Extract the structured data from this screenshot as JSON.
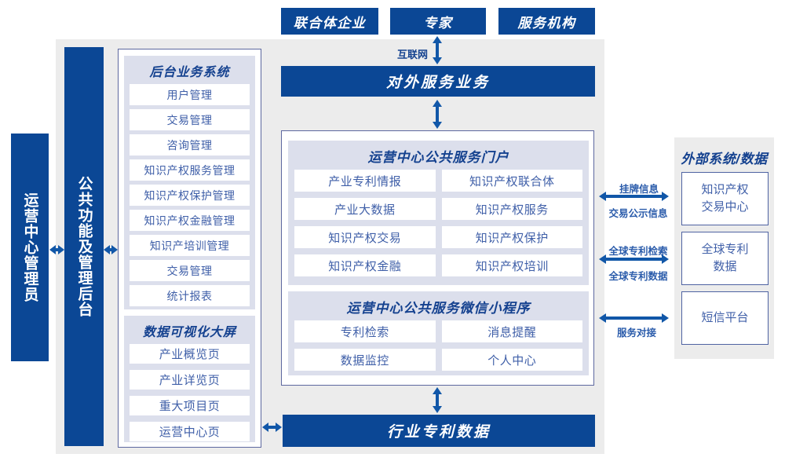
{
  "colors": {
    "primary_blue": "#0b4795",
    "arrow_blue": "#1157a8",
    "panel_lavender": "#dcdfec",
    "canvas_gray": "#ececec",
    "item_text_blue": "#3f5fa8",
    "header_navy": "#14418f"
  },
  "top_actors": [
    "联合体企业",
    "专家",
    "服务机构"
  ],
  "internet_label": "互联网",
  "external_service_bar": "对外服务业务",
  "left_rail": {
    "admin_bar": "运营中心管理员",
    "backend_bar": "公共功能及管理后台"
  },
  "backend_system": {
    "title": "后台业务系统",
    "items": [
      "用户管理",
      "交易管理",
      "咨询管理",
      "知识产权服务管理",
      "知识产权保护管理",
      "知识产权金融管理",
      "知识产培训管理",
      "交易管理",
      "统计报表"
    ]
  },
  "data_screen": {
    "title": "数据可视化大屏",
    "items": [
      "产业概览页",
      "产业详览页",
      "重大项目页",
      "运营中心页"
    ]
  },
  "portal": {
    "title": "运营中心公共服务门户",
    "items": [
      "产业专利情报",
      "知识产权联合体",
      "产业大数据",
      "知识产权服务",
      "知识产权交易",
      "知识产权保护",
      "知识产权金融",
      "知识产权培训"
    ]
  },
  "miniapp": {
    "title": "运营中心公共服务微信小程序",
    "items": [
      "专利检索",
      "消息提醒",
      "数据监控",
      "个人中心"
    ]
  },
  "industry_patent_bar": "行业专利数据",
  "external_systems": {
    "title": "外部系统/数据",
    "boxes": [
      "知识产权\n交易中心",
      "全球专利\n数据",
      "短信平台"
    ]
  },
  "link_labels": {
    "listing_info": "挂牌信息",
    "trade_publicity": "交易公示信息",
    "global_patent_search": "全球专利检索",
    "global_patent_data": "全球专利数据",
    "service_integration": "服务对接"
  }
}
